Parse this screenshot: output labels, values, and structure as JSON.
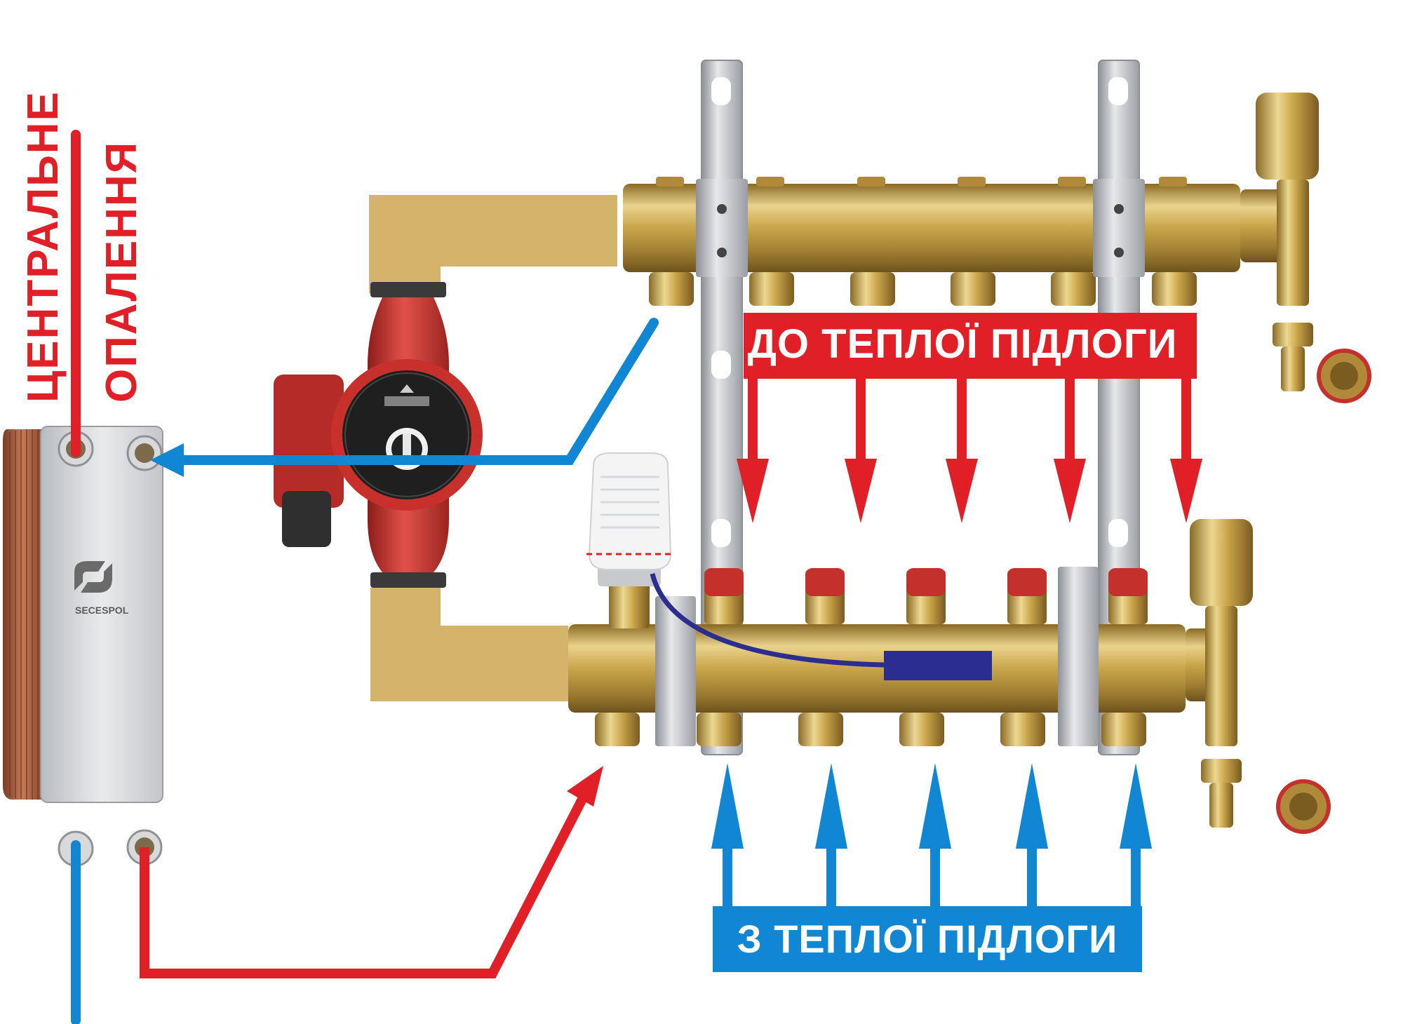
{
  "labels": {
    "central_heating_line1": "ЦЕНТРАЛЬНЕ",
    "central_heating_line2": "ОПАЛЕННЯ",
    "to_floor_heating": "ДО ТЕПЛОЇ ПІДЛОГИ",
    "from_floor_heating": "З ТЕПЛОЇ ПІДЛОГИ",
    "heat_exchanger_brand": "SECESPOL"
  },
  "colors": {
    "supply_red": "#e01f26",
    "return_blue": "#1187d4",
    "brass": "#c9a54a",
    "pipe_tan": "#d4b46a",
    "pump_red": "#c8302c",
    "steel": "#b9bcc1",
    "copper": "#b0684a",
    "sensor_navy": "#2b2d8f"
  },
  "icons": {
    "pump": "circulation-pump-icon",
    "heat_exchanger": "plate-heat-exchanger-icon",
    "manifold": "brass-manifold-icon",
    "thermo_head": "thermostatic-head-icon",
    "air_vent": "air-vent-icon"
  }
}
